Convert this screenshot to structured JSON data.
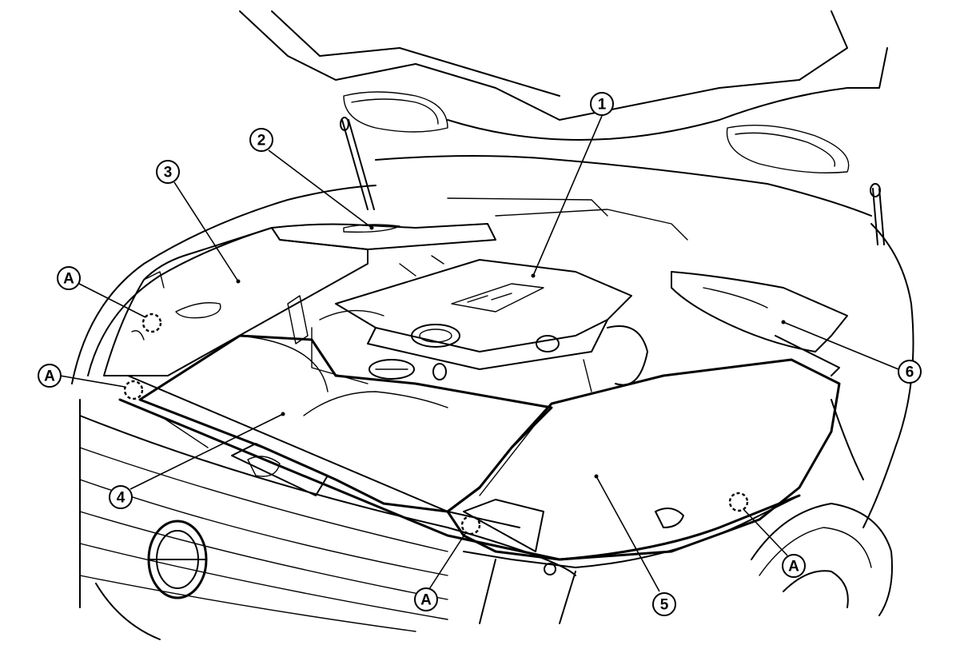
{
  "callouts": {
    "c1": "1",
    "c2": "2",
    "c3": "3",
    "c4": "4",
    "c5": "5",
    "c6": "6",
    "a1": "A",
    "a2": "A",
    "a3": "A",
    "a4": "A"
  }
}
